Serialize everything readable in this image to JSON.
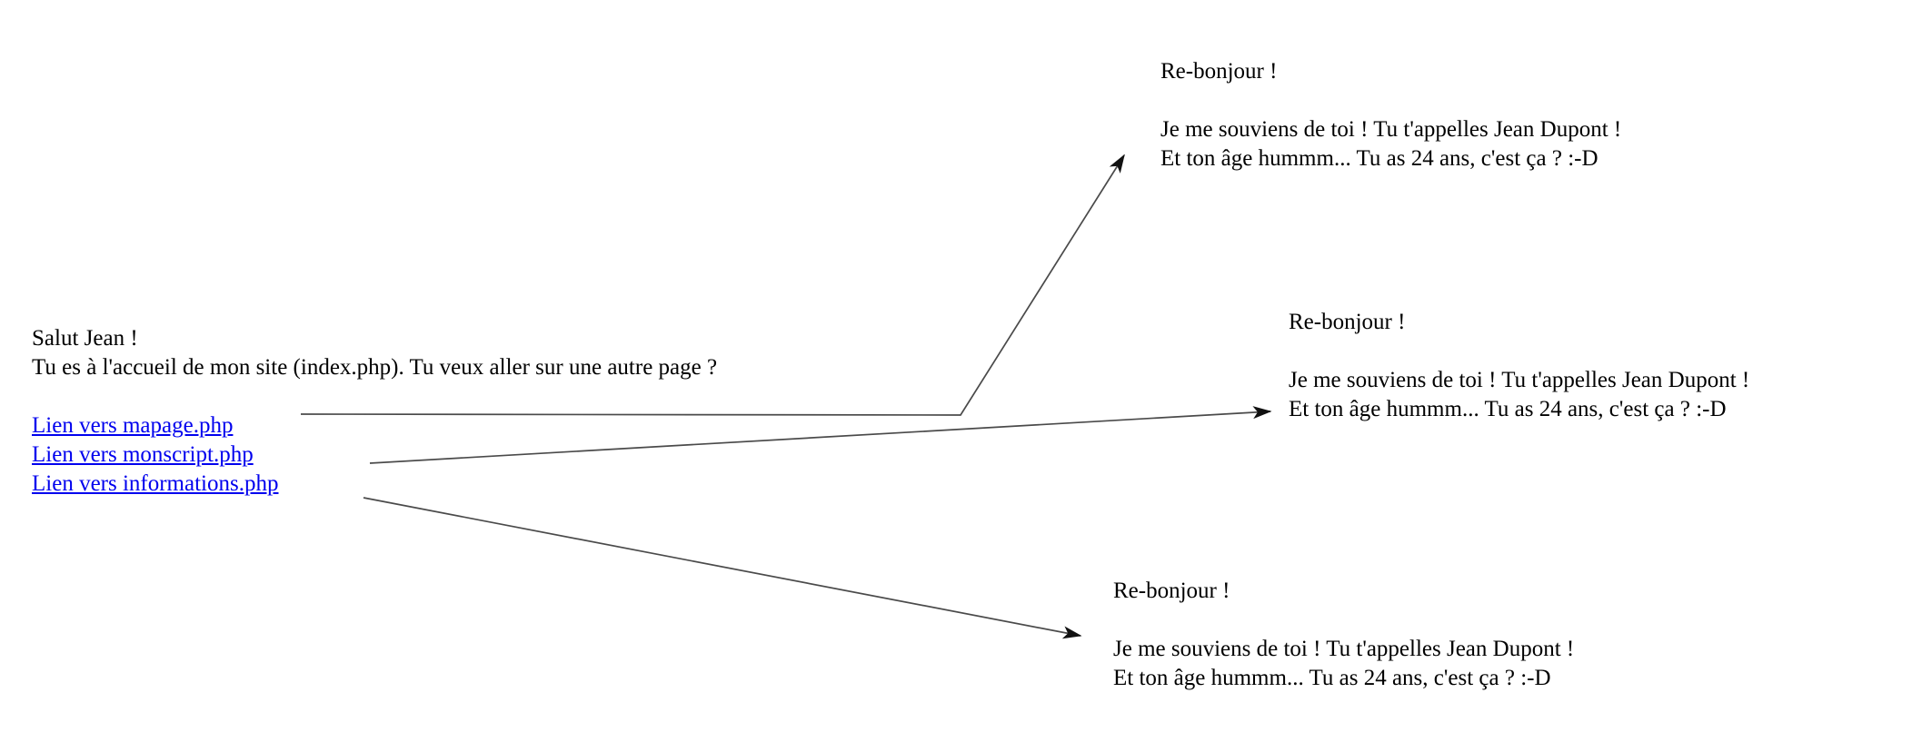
{
  "colors": {
    "background": "#ffffff",
    "text": "#000000",
    "link": "#0000ee",
    "arrow": "#4a4a4a",
    "arrowhead": "#111111"
  },
  "index_page": {
    "line1": "Salut Jean !",
    "line2": "Tu es à l'accueil de mon site (index.php). Tu veux aller sur une autre page ?",
    "links": [
      {
        "label": "Lien vers mapage.php"
      },
      {
        "label": "Lien vers monscript.php"
      },
      {
        "label": "Lien vers informations.php"
      }
    ]
  },
  "results": [
    {
      "position": "top",
      "line1": "Re-bonjour !",
      "line2": "Je me souviens de toi ! Tu t'appelles Jean Dupont !",
      "line3": "Et ton âge hummm... Tu as 24 ans, c'est ça ? :-D"
    },
    {
      "position": "middle",
      "line1": "Re-bonjour !",
      "line2": "Je me souviens de toi ! Tu t'appelles Jean Dupont !",
      "line3": "Et ton âge hummm... Tu as 24 ans, c'est ça ? :-D"
    },
    {
      "position": "bottom",
      "line1": "Re-bonjour !",
      "line2": "Je me souviens de toi ! Tu t'appelles Jean Dupont !",
      "line3": "Et ton âge hummm... Tu as 24 ans, c'est ça ? :-D"
    }
  ],
  "arrows": [
    {
      "from": "Lien vers mapage.php",
      "to": "top result page"
    },
    {
      "from": "Lien vers monscript.php",
      "to": "middle result page"
    },
    {
      "from": "Lien vers informations.php",
      "to": "bottom result page"
    }
  ]
}
